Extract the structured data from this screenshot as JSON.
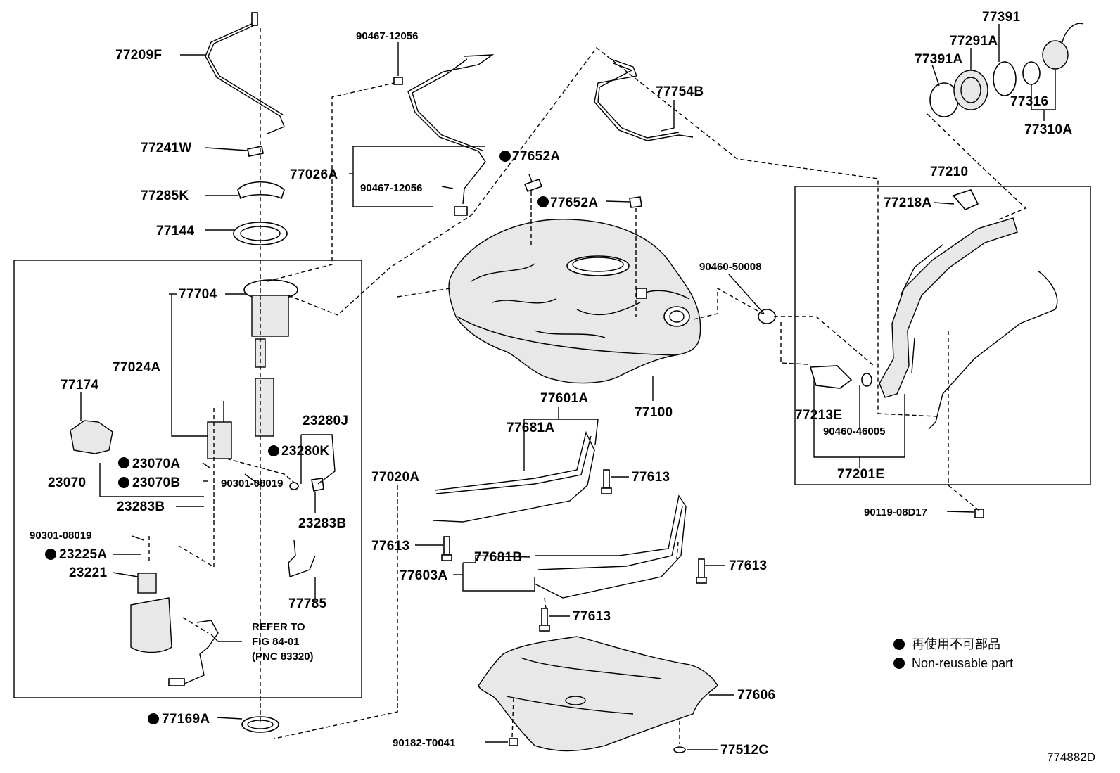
{
  "labels": {
    "p77209F": "77209F",
    "p77241W": "77241W",
    "p77285K": "77285K",
    "p77144": "77144",
    "p77704": "77704",
    "p77024A": "77024A",
    "p77174": "77174",
    "p23070A": "23070A",
    "p23070": "23070",
    "p23070B": "23070B",
    "p23283B_l": "23283B",
    "p23280J": "23280J",
    "p23280K": "23280K",
    "p90301_08019_a": "90301-08019",
    "p23283B_r": "23283B",
    "p90301_08019_b": "90301-08019",
    "p23225A": "23225A",
    "p23221": "23221",
    "p77785": "77785",
    "refer_1": "REFER TO",
    "refer_2": "FIG 84-01",
    "refer_3": "(PNC 83320)",
    "p77169A": "77169A",
    "p90467_12056_top": "90467-12056",
    "p77026A": "77026A",
    "p90467_12056_mid": "90467-12056",
    "p77652A_1": "77652A",
    "p77652A_2": "77652A",
    "p77754B": "77754B",
    "p90460_50008": "90460-50008",
    "p77100": "77100",
    "p77601A": "77601A",
    "p77681A": "77681A",
    "p77613_a": "77613",
    "p77020A": "77020A",
    "p77613_b": "77613",
    "p77681B": "77681B",
    "p77603A": "77603A",
    "p77613_c": "77613",
    "p77613_d": "77613",
    "p77606": "77606",
    "p90182_T0041": "90182-T0041",
    "p77512C": "77512C",
    "p77391": "77391",
    "p77291A": "77291A",
    "p77391A": "77391A",
    "p77316": "77316",
    "p77310A": "77310A",
    "p77210": "77210",
    "p77218A": "77218A",
    "p77213E": "77213E",
    "p90460_46005": "90460-46005",
    "p77201E": "77201E",
    "p90119_08D17": "90119-08D17"
  },
  "legend": {
    "line1": "再使用不可部品",
    "line2": "Non-reusable part"
  },
  "figure_code": "774882D",
  "colors": {
    "ink": "#000000",
    "paper": "#ffffff",
    "fill": "#e8e8e8"
  }
}
